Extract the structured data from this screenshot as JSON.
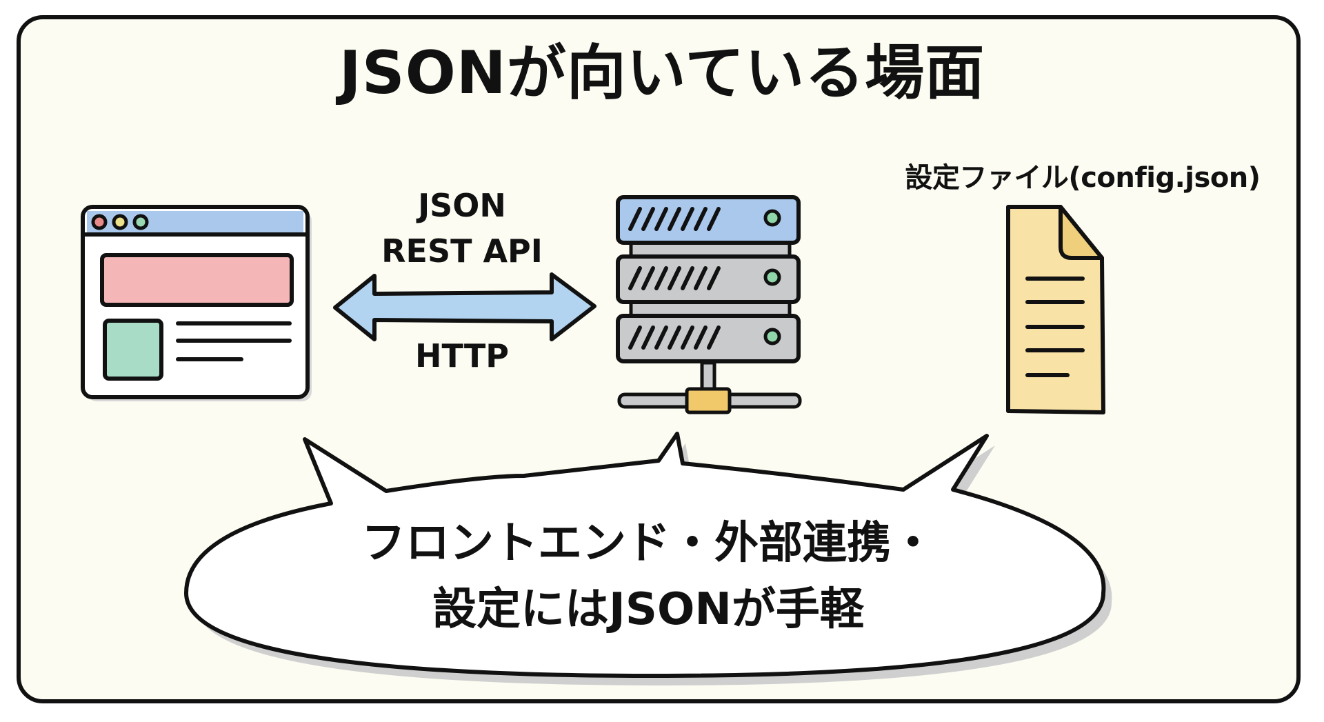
{
  "title": "JSONが向いている場面",
  "connection": {
    "top_line1": "JSON",
    "top_line2": "REST API",
    "bottom": "HTTP"
  },
  "config_file": {
    "label": "設定ファイル(config.json)"
  },
  "bubble": {
    "line1": "フロントエンド・外部連携・",
    "line2": "設定にはJSONが手軽"
  },
  "icons": {
    "browser": "browser-window-icon",
    "arrow": "bidirectional-arrow-icon",
    "server": "server-rack-icon",
    "file": "document-file-icon"
  },
  "colors": {
    "background": "#fcfcf2",
    "outline": "#111111",
    "browser_titlebar": "#a9c8ec",
    "browser_banner": "#f4b6b6",
    "browser_image": "#a8dcc6",
    "dot_red": "#e88a8a",
    "dot_yellow": "#ece08a",
    "dot_green": "#9ad8b4",
    "arrow_fill": "#b2d4f0",
    "server_top": "#a9c8ec",
    "server_gray": "#c8cacc",
    "server_led": "#8fd6a8",
    "connector": "#f2c96a",
    "file_fill": "#f8e2a6",
    "bubble_fill": "#ffffff",
    "bubble_shadow": "#cfcfcf"
  }
}
